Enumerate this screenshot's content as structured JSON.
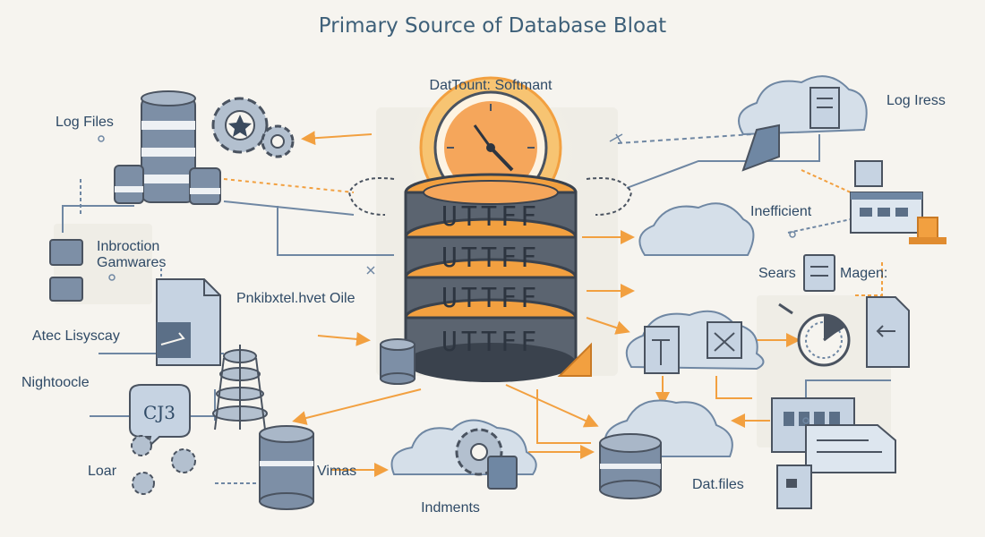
{
  "title": "Primary Source of Database Bloat",
  "labels": {
    "center_top": "DatTount: Softmant",
    "log_files": "Log Files",
    "log_iress": "Log Iress",
    "inbroction": "Inbroction",
    "gamwares": "Gamwares",
    "inefficient": "Inefficient",
    "pnkibxtel": "Pnkibxtel.hvet Oile",
    "sears": "Sears",
    "magen": "Magen:",
    "atec": "Atec Lisyscay",
    "nightoocle": "Nightoocle",
    "loar": "Loar",
    "vimas": "Vimas",
    "indments": "Indments",
    "dat_files": "Dat.files",
    "cj3": "CJ3",
    "drum_text": "UTTFF"
  },
  "colors": {
    "background": "#f6f4ef",
    "title": "#3e6079",
    "accent_orange": "#f2a040",
    "stack_dark": "#4a5360",
    "slate_blue": "#6f87a3",
    "cloud": "#d5dfe9"
  }
}
